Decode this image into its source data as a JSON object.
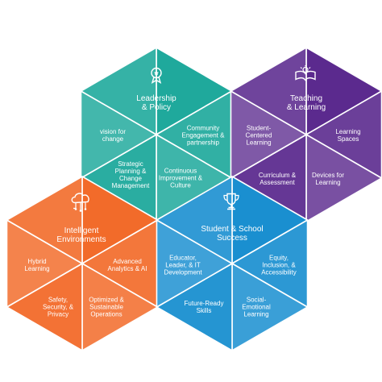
{
  "colors": {
    "leadership": "#1FA99C",
    "teaching": "#5B2A8E",
    "intelligent": "#F26B2A",
    "student": "#1A8FD0",
    "white": "#FFFFFF"
  },
  "icons": {
    "leadership": "award-medal-icon",
    "teaching": "open-book-lightbulb-icon",
    "intelligent": "cloud-network-icon",
    "student": "trophy-icon"
  },
  "leadership": {
    "title": "Leadership\n& Policy",
    "items": [
      "vision for\nchange",
      "Community\nEngagement &\npartnership",
      "Strategic\nPlanning &\nChange\nManagement",
      "Continuous\nImprovement &\nCulture"
    ]
  },
  "teaching": {
    "title": "Teaching\n& Learning",
    "items": [
      "Student-\nCentered\nLearning",
      "Learning\nSpaces",
      "Curriculum &\nAssessment",
      "Devices for\nLearning"
    ]
  },
  "intelligent": {
    "title": "Intelligent\nEnvironments",
    "items": [
      "Hybrid\nLearning",
      "Advanced\nAnalytics & AI",
      "Safety,\nSecurity, &\nPrivacy",
      "Optimized &\nSustainable\nOperations"
    ]
  },
  "student": {
    "title": "Student & School\nSuccess",
    "items": [
      "Educator,\nLeader, & IT\nDevelopment",
      "Equity,\nInclusion, &\nAccessibility",
      "Future-Ready\nSkills",
      "Social-\nEmotional\nLearning"
    ]
  }
}
